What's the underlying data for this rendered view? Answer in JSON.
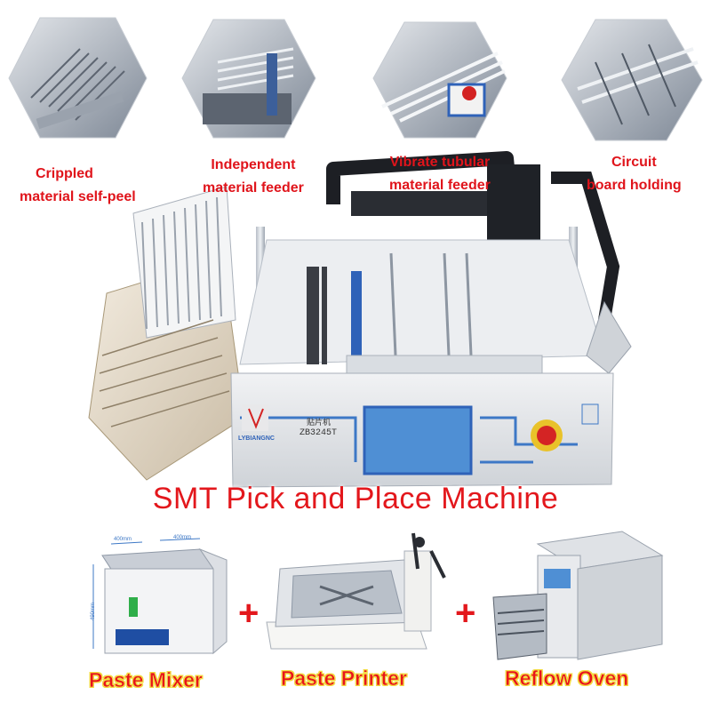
{
  "features": [
    {
      "line1": "Crippled",
      "line2": "material self-peel"
    },
    {
      "line1": "Independent",
      "line2": "material feeder"
    },
    {
      "line1": "Vibrate tubular",
      "line2": "material feeder"
    },
    {
      "line1": "Circuit",
      "line2": "board holding"
    }
  ],
  "machine": {
    "brand": "LYBIANGNC",
    "model_cn": "贴片机",
    "model": "ZB3245T"
  },
  "banner": "SMT Pick and Place Machine",
  "accessories": [
    {
      "label": "Paste Mixer",
      "dim_top_left": "400mm",
      "dim_top_right": "400mm",
      "dim_side": "490mm"
    },
    {
      "label": "Paste Printer"
    },
    {
      "label": "Reflow Oven"
    }
  ],
  "plus_sign": "+"
}
